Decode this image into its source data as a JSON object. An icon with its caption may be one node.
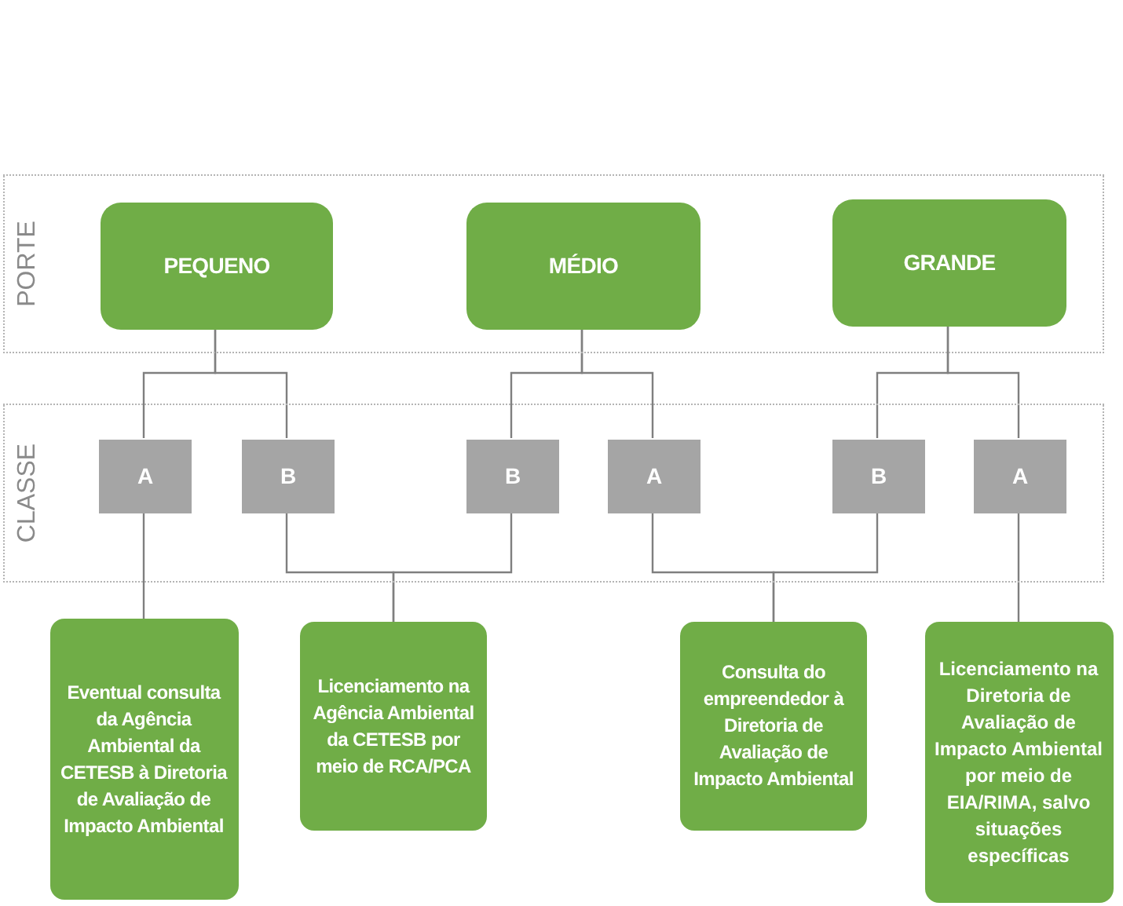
{
  "diagram": {
    "nodes": [
      {
        "text": [
          "PORTE"
        ]
      },
      {
        "text": [
          "PEQUENO"
        ],
        "in": 0
      },
      {
        "text": [
          "MÉDIO"
        ],
        "in": 0
      },
      {
        "text": [
          "GRANDE"
        ],
        "in": 0
      },
      {
        "text": [
          "CLASSE"
        ]
      },
      {
        "text": [
          "A"
        ],
        "in": 4
      },
      {
        "text": [
          "B"
        ],
        "in": 4
      },
      {
        "text": [
          "B"
        ],
        "in": 4
      },
      {
        "text": [
          "A"
        ],
        "in": 4
      },
      {
        "text": [
          "B"
        ],
        "in": 4
      },
      {
        "text": [
          "A"
        ],
        "in": 4
      },
      {
        "text": [
          "Eventual consulta da Agência Ambiental da CETESB à Diretoria de Avaliação de Impacto Ambiental"
        ]
      },
      {
        "text": [
          "Licenciamento na Agência Ambiental da CETESB por meio de RCA/PCA"
        ]
      },
      {
        "text": [
          "Consulta do empreendedor à Diretoria de Avaliação de Impacto Ambiental"
        ]
      },
      {
        "text": [
          "Licenciamento na Diretoria de Avaliação de Impacto Ambiental por meio de EIA/RIMA, salvo situações específicas"
        ]
      }
    ],
    "edges": [
      {
        "from": 1,
        "to": 5,
        "arrow": "none"
      },
      {
        "from": 1,
        "to": 6,
        "arrow": "none"
      },
      {
        "from": 2,
        "to": 7,
        "arrow": "none"
      },
      {
        "from": 2,
        "to": 8,
        "arrow": "none"
      },
      {
        "from": 3,
        "to": 9,
        "arrow": "none"
      },
      {
        "from": 3,
        "to": 10,
        "arrow": "none"
      },
      {
        "from": 5,
        "to": 11,
        "arrow": "none"
      },
      {
        "from": 6,
        "to": 12,
        "arrow": "none"
      },
      {
        "from": 7,
        "to": 12,
        "arrow": "none"
      },
      {
        "from": 8,
        "to": 13,
        "arrow": "none"
      },
      {
        "from": 9,
        "to": 13,
        "arrow": "none"
      },
      {
        "from": 10,
        "to": 14,
        "arrow": "none"
      }
    ]
  }
}
